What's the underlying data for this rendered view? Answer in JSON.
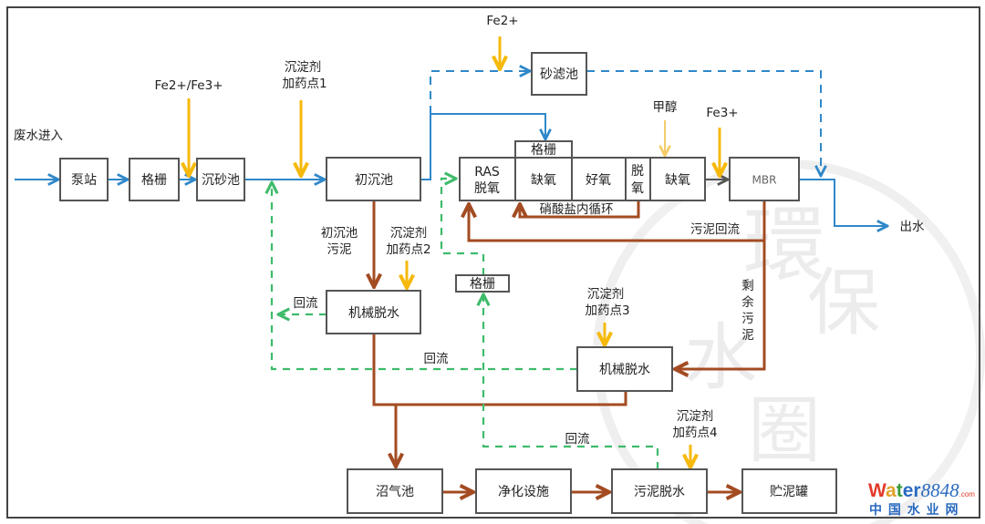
{
  "nodes": {
    "pump": "泵站",
    "screen1": "格栅",
    "grit": "沉砂池",
    "primary": "初沉池",
    "sandfilter": "砂滤池",
    "ras": [
      "RAS",
      "脱氧"
    ],
    "screen_top": "格栅",
    "anoxic1": "缺氧",
    "aerobic": "好氧",
    "deox": [
      "脱",
      "氧"
    ],
    "anoxic2": "缺氧",
    "mbr": "MBR",
    "dewater1": "机械脱水",
    "screen_small": "格栅",
    "dewater2": "机械脱水",
    "digester": "沼气池",
    "purify": "净化设施",
    "sludge_dewater": "污泥脱水",
    "sludge_tank": "贮泥罐"
  },
  "labels": {
    "inflow": "废水进入",
    "outflow": "出水",
    "fe23": "Fe2+/Fe3+",
    "fe2": "Fe2+",
    "fe3": "Fe3+",
    "methanol": "甲醇",
    "dose1": [
      "沉淀剂",
      "加药点1"
    ],
    "dose2": [
      "沉淀剂",
      "加药点2"
    ],
    "dose3": [
      "沉淀剂",
      "加药点3"
    ],
    "dose4": [
      "沉淀剂",
      "加药点4"
    ],
    "primary_sludge": [
      "初沉池",
      "污泥"
    ],
    "nitrate_recycle": "硝酸盐内循环",
    "sludge_return": "污泥回流",
    "excess_sludge": [
      "剩",
      "余",
      "污",
      "泥"
    ],
    "return1": "回流",
    "return2": "回流",
    "return3": "回流"
  },
  "watermark": {
    "seal": "環保水圈",
    "logo_main": "Water8848",
    "logo_com": ".com",
    "logo_sub": "中 国 水 业 网"
  },
  "colors": {
    "water_flow": "#2f88c9",
    "chemical_dose": "#f6b90b",
    "sludge_flow": "#a34b22",
    "return_flow": "#3dbb6a"
  }
}
